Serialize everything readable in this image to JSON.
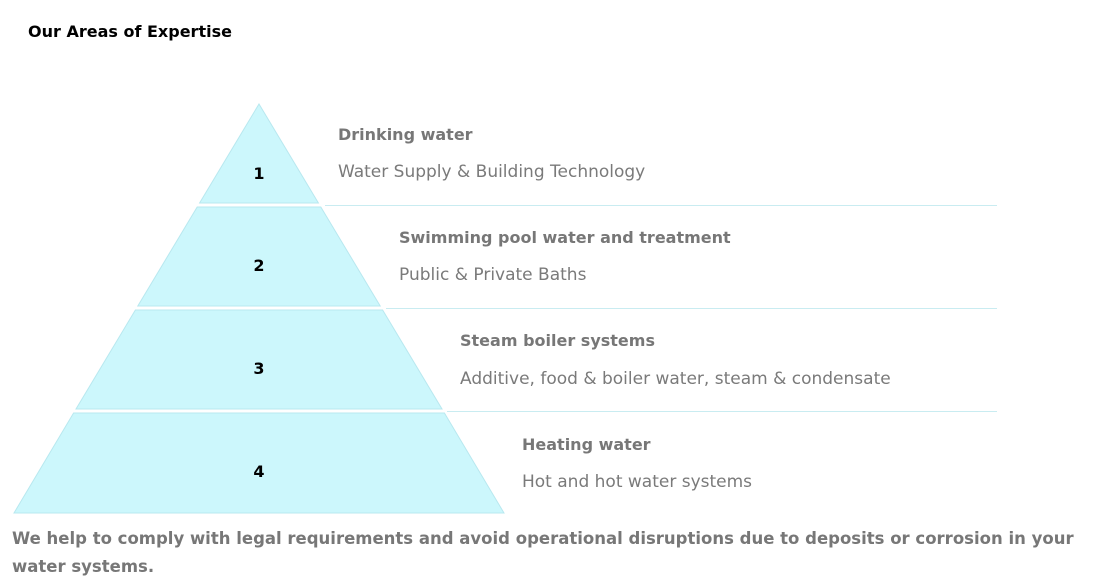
{
  "page": {
    "title": "Our Areas of Expertise"
  },
  "levels": [
    {
      "number": "1",
      "heading": "Drinking water",
      "description": "Water Supply & Building Technology"
    },
    {
      "number": "2",
      "heading": "Swimming pool water and treatment",
      "description": "Public & Private Baths"
    },
    {
      "number": "3",
      "heading": "Steam boiler systems",
      "description": "Additive, food & boiler water, steam & condensate"
    },
    {
      "number": "4",
      "heading": "Heating water",
      "description": "Hot and hot water systems"
    }
  ],
  "footer": {
    "text": "We help to comply with legal requirements and avoid operational disruptions due to deposits or corrosion in your water systems."
  },
  "colors": {
    "fill": "#ccf7fc",
    "stroke": "#b8e8ef",
    "text": "#777777"
  }
}
